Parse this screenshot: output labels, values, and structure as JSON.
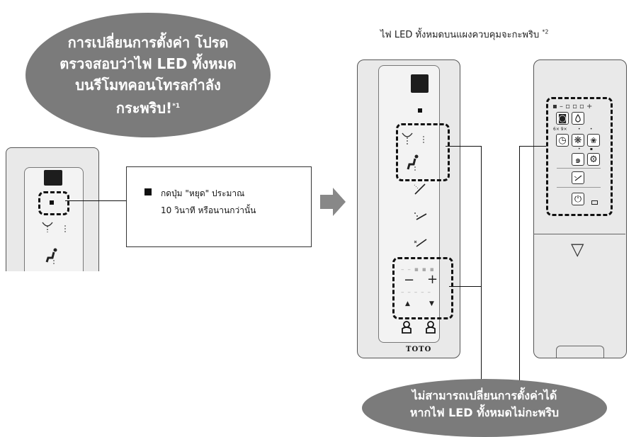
{
  "top_note": {
    "text": "ไฟ LED ทั้งหมดบนแผงควบคุมจะกะพริบ",
    "footnote": "*2"
  },
  "left_bubble": {
    "lines": [
      "การเปลี่ยนการตั้งค่า โปรด",
      "ตรวจสอบว่าไฟ LED ทั้งหมด",
      "บนรีโมทคอนโทรลกำลัง",
      "กระพริบ!"
    ],
    "footnote": "*1"
  },
  "callout": {
    "line1": "กดปุ่ม \"หยุด\" ประมาณ",
    "line2": "10 วินาที หรือนานกว่านั้น"
  },
  "bottom_bubble": {
    "line1": "ไม่สามารถเปลี่ยนการตั้งค่าได้",
    "line2": "หากไฟ LED ทั้งหมดไม่กะพริบ"
  },
  "remote_brand": "TOTO",
  "side_panel": {
    "timer_marks": "6× 9×"
  },
  "icons": {
    "stop": "stop-square",
    "rear_wash": "rear-wash",
    "bidet": "bidet-person",
    "minus": "−",
    "plus": "+",
    "up": "▲",
    "down": "▼",
    "power": "⏻",
    "gear": "⚙",
    "drop": "💧",
    "timer": "◷",
    "triangle": "▽"
  },
  "colors": {
    "bubble": "#7b7b7b",
    "arrow": "#888888",
    "remote_body": "#e9e9e9"
  }
}
